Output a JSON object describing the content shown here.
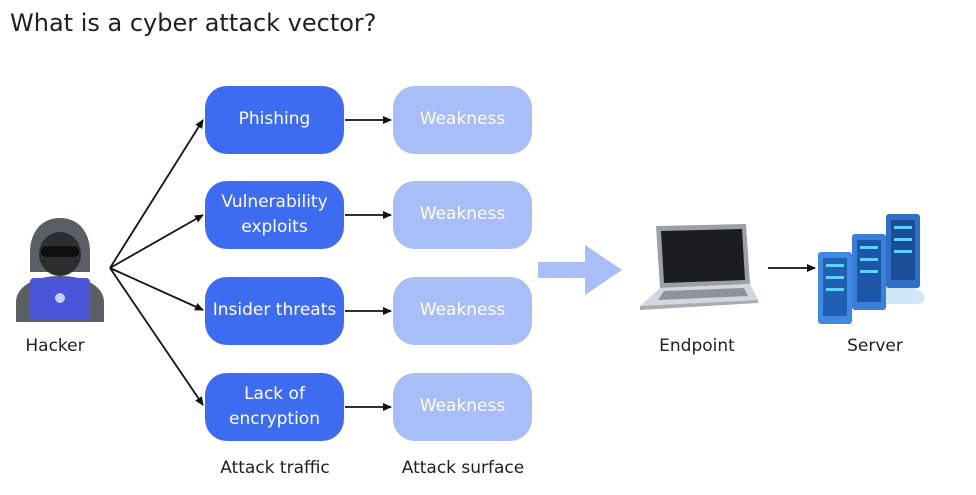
{
  "title": "What is a cyber attack vector?",
  "actors": {
    "hacker": "Hacker",
    "endpoint": "Endpoint",
    "server": "Server"
  },
  "vectors": [
    {
      "line1": "Phishing",
      "line2": ""
    },
    {
      "line1": "Vulnerability",
      "line2": "exploits"
    },
    {
      "line1": "Insider threats",
      "line2": ""
    },
    {
      "line1": "Lack of",
      "line2": "encryption"
    }
  ],
  "weakness_label": "Weakness",
  "column_labels": {
    "traffic": "Attack traffic",
    "surface": "Attack surface"
  },
  "colors": {
    "vector_box": "#3d6cf0",
    "weakness_box": "#a9bdf7",
    "big_arrow": "#a9bdf7",
    "text": "#1f1f24"
  },
  "icons": {
    "hacker": "hooded-hacker-laptop-icon",
    "endpoint": "laptop-icon",
    "server": "server-rack-cloud-icon"
  }
}
